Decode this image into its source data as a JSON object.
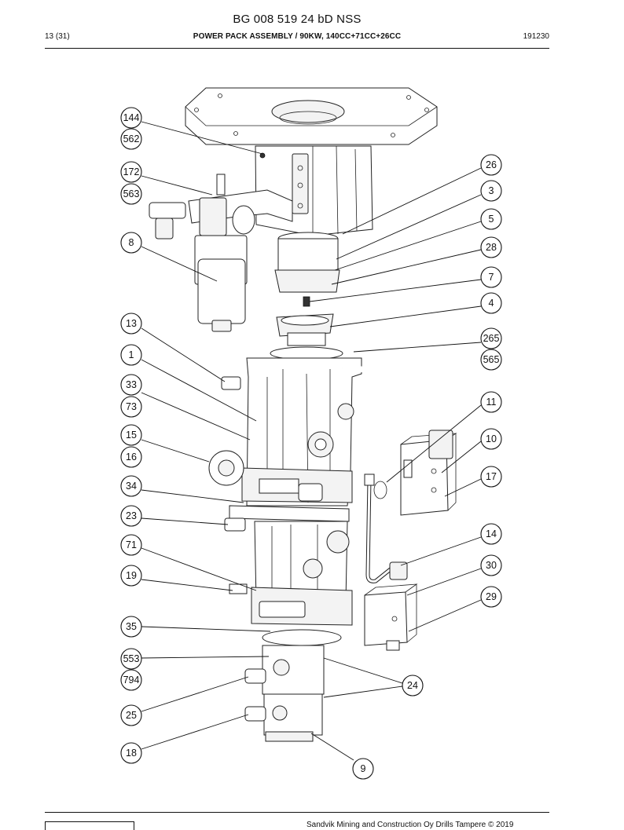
{
  "header": {
    "doc_title": "BG 008 519 24 bD NSS",
    "page": "13 (31)",
    "section_title": "POWER PACK ASSEMBLY / 90KW, 140CC+71CC+26CC",
    "date_code": "191230"
  },
  "footer": {
    "copyright": "Sandvik Mining and Construction Oy Drills Tampere © 2019"
  },
  "callouts": [
    {
      "label": "144"
    },
    {
      "label": "562"
    },
    {
      "label": "172"
    },
    {
      "label": "563"
    },
    {
      "label": "8"
    },
    {
      "label": "13"
    },
    {
      "label": "1"
    },
    {
      "label": "33"
    },
    {
      "label": "73"
    },
    {
      "label": "15"
    },
    {
      "label": "16"
    },
    {
      "label": "34"
    },
    {
      "label": "23"
    },
    {
      "label": "71"
    },
    {
      "label": "19"
    },
    {
      "label": "35"
    },
    {
      "label": "553"
    },
    {
      "label": "794"
    },
    {
      "label": "25"
    },
    {
      "label": "18"
    },
    {
      "label": "9"
    },
    {
      "label": "24"
    },
    {
      "label": "29"
    },
    {
      "label": "30"
    },
    {
      "label": "14"
    },
    {
      "label": "17"
    },
    {
      "label": "10"
    },
    {
      "label": "11"
    },
    {
      "label": "565"
    },
    {
      "label": "265"
    },
    {
      "label": "4"
    },
    {
      "label": "7"
    },
    {
      "label": "28"
    },
    {
      "label": "5"
    },
    {
      "label": "3"
    },
    {
      "label": "26"
    }
  ]
}
